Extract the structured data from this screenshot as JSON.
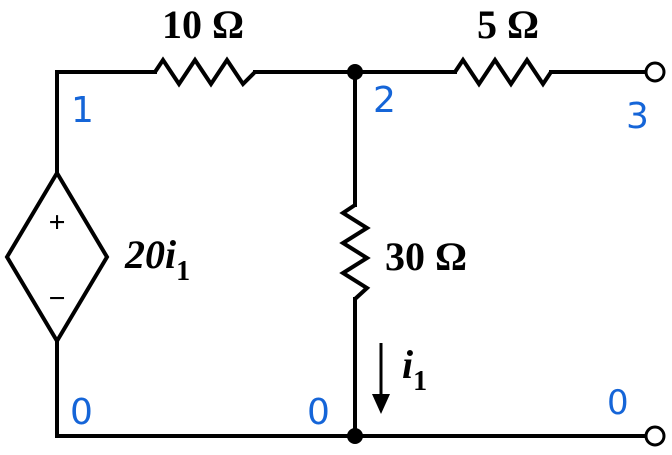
{
  "components": {
    "r1": {
      "label": "10 Ω"
    },
    "r2": {
      "label": "5 Ω"
    },
    "r3": {
      "label": "30 Ω"
    },
    "source": {
      "label": "20i",
      "subscript": "1",
      "plus": "+",
      "minus": "−"
    },
    "current": {
      "symbol": "i",
      "subscript": "1"
    }
  },
  "node_labels": {
    "n1": "1",
    "n2": "2",
    "n3": "3",
    "n0_left": "0",
    "n0_mid": "0",
    "n0_right": "0"
  },
  "colors": {
    "wire": "#000000",
    "annotation": "#1565d8"
  }
}
